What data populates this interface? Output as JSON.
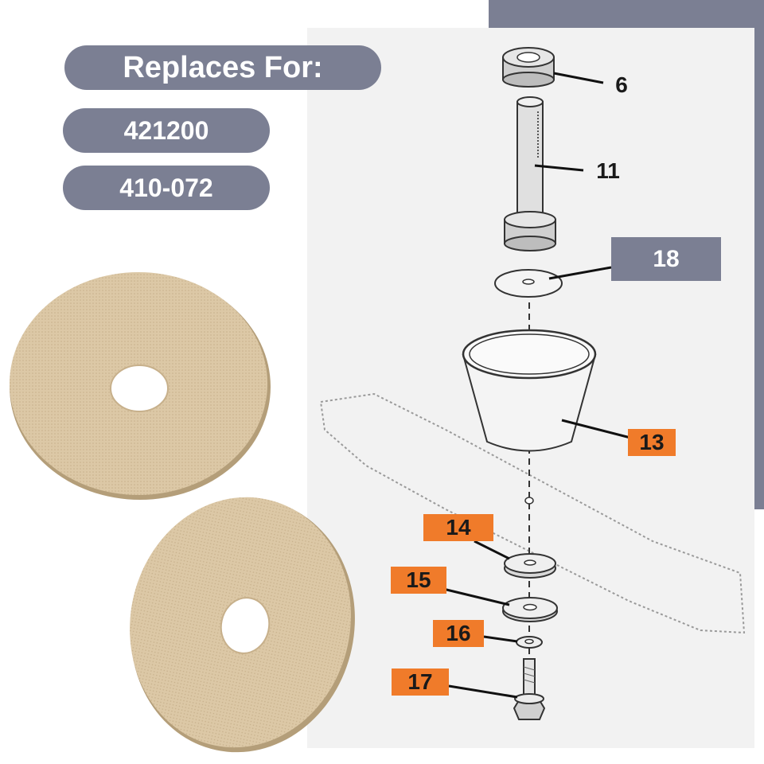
{
  "header": {
    "title": "Replaces For:"
  },
  "part_numbers": [
    "421200",
    "410-072"
  ],
  "callouts": {
    "c6": "6",
    "c11": "11",
    "c18": "18",
    "c13": "13",
    "c14": "14",
    "c15": "15",
    "c16": "16",
    "c17": "17"
  },
  "colors": {
    "slate": "#7b7f93",
    "highlight": "#f07b2a",
    "washer": "#dcc8a6",
    "panel": "#f2f2f2"
  }
}
